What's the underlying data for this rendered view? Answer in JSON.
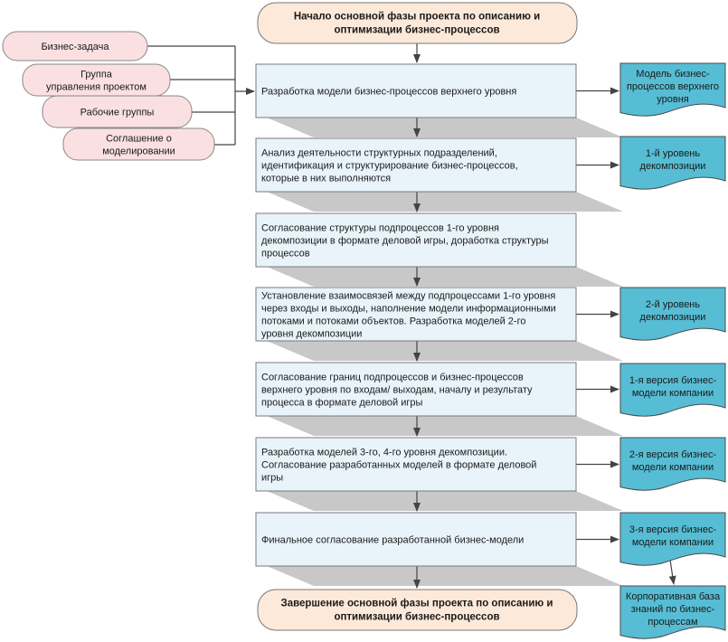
{
  "colors": {
    "terminal_fill": "#fde9d9",
    "input_fill": "#fbe0e2",
    "step_fill": "#e8f4fa",
    "output_fill": "#56bdd4",
    "shadow": "#c8c8c8",
    "line": "#444444"
  },
  "start": {
    "lines": [
      "Начало основной фазы проекта по описанию и",
      "оптимизации бизнес-процессов"
    ]
  },
  "end": {
    "lines": [
      "Завершение основной фазы проекта по описанию и",
      "оптимизации бизнес-процессов"
    ]
  },
  "inputs": [
    {
      "lines": [
        "Бизнес-задача"
      ]
    },
    {
      "lines": [
        "Группа",
        "управления проектом"
      ]
    },
    {
      "lines": [
        "Рабочие группы"
      ]
    },
    {
      "lines": [
        "Соглашение о",
        "моделировании"
      ]
    }
  ],
  "steps": [
    {
      "lines": [
        "Разработка модели бизнес-процессов верхнего уровня"
      ]
    },
    {
      "lines": [
        "Анализ деятельности структурных подразделений,",
        "идентификация и структурирование бизнес-процессов,",
        "которые в них выполняются"
      ]
    },
    {
      "lines": [
        "Согласование структуры подпроцессов 1-го уровня",
        "декомпозиции в формате деловой игры, доработка структуры",
        "процессов"
      ]
    },
    {
      "lines": [
        "Установление взаимосвязей между подпроцессами 1-го уровня",
        "через входы и выходы, наполнение модели информационными",
        "потоками и потоками объектов. Разработка моделей 2-го",
        "уровня декомпозиции"
      ]
    },
    {
      "lines": [
        "Согласование границ подпроцессов и бизнес-процессов",
        "верхнего уровня по входам/ выходам, началу и результату",
        "процесса в формате деловой игры"
      ]
    },
    {
      "lines": [
        "Разработка моделей 3-го, 4-го уровня декомпозиции.",
        "Согласование разработанных моделей в формате деловой",
        "игры"
      ]
    },
    {
      "lines": [
        "Финальное согласование разработанной бизнес-модели"
      ]
    }
  ],
  "outputs": [
    {
      "step": 0,
      "lines": [
        "Модель бизнес-",
        "процессов верхнего",
        "уровня"
      ]
    },
    {
      "step": 1,
      "lines": [
        "1-й уровень",
        "декомпозиции"
      ]
    },
    {
      "step": 3,
      "lines": [
        "2-й уровень",
        "декомпозиции"
      ]
    },
    {
      "step": 4,
      "lines": [
        "1-я версия бизнес-",
        "модели компании"
      ]
    },
    {
      "step": 5,
      "lines": [
        "2-я версия бизнес-",
        "модели компании"
      ]
    },
    {
      "step": 6,
      "lines": [
        "3-я версия бизнес-",
        "модели компании"
      ]
    }
  ],
  "final_output": {
    "lines": [
      "Корпоративная база",
      "знаний по бизнес-",
      "процессам"
    ]
  }
}
